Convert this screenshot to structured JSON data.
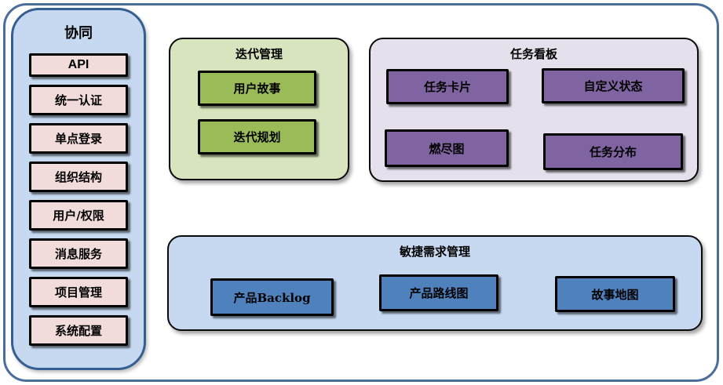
{
  "colors": {
    "frame-border": "#4a6d9e",
    "sidebar-bg": "#c6d9f1",
    "sidebar-border": "#365f91",
    "pink-box": "#f2dcdb",
    "green-panel": "#d7e4bd",
    "green-box": "#9bbb59",
    "purple-panel": "#e5e0ec",
    "purple-box": "#8064a2",
    "blue-panel": "#c6d9f1",
    "blue-box": "#4f81bd",
    "box-border": "#000000"
  },
  "sidebar": {
    "title": "协同",
    "items": [
      "API",
      "统一认证",
      "单点登录",
      "组织结构",
      "用户/权限",
      "消息服务",
      "项目管理",
      "系统配置"
    ]
  },
  "iteration_panel": {
    "title": "迭代管理",
    "items": [
      "用户故事",
      "迭代规划"
    ]
  },
  "kanban_panel": {
    "title": "任务看板",
    "items": [
      "任务卡片",
      "自定义状态",
      "燃尽图",
      "任务分布"
    ]
  },
  "agile_panel": {
    "title": "敏捷需求管理",
    "items": [
      "产品Backlog",
      "产品路线图",
      "故事地图"
    ]
  }
}
